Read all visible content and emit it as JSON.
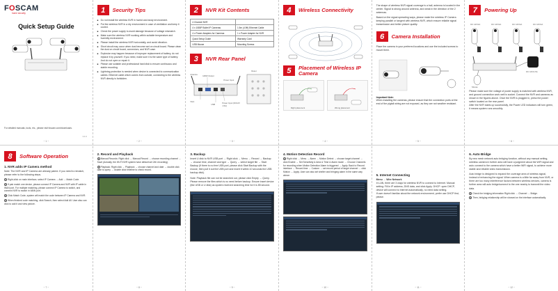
{
  "brand": {
    "logo_a": "F",
    "logo_o": "O",
    "logo_b": "SCAM",
    "tagline": "home security",
    "accent": "#d6121f"
  },
  "cover": {
    "title": "Quick Setup Guide",
    "footer": "For detailed manuals, tools, etc., please visit foscam.com/downloads.",
    "version": "V1.0"
  },
  "pages": {
    "p1": "~ 1 ~",
    "p2": "~ 2 ~",
    "p3": "~ 3 ~",
    "p4": "~ 4 ~",
    "p5": "~ 5 ~",
    "p6": "~ 6 ~",
    "p7": "~ 7 ~",
    "p8": "~ 8 ~",
    "p9": "~ 9 ~",
    "p10": "~ 10 ~",
    "p11": "~ 11 ~",
    "p12": "~ 12 ~"
  },
  "s1": {
    "num": "1",
    "title": "Security Tips",
    "items": [
      "Do not install the wireless NVR in humid and dusty environment.",
      "Put the wireless NVR in a dry environment in case of ventilation and keep it cooled.",
      "Check the power supply to avoid damage because of voltage mismatch.",
      "Make sure the wireless NVR working within suitable temperature and humidity environment.",
      "Please install the wireless NVR horizontally, and avoid vibration.",
      "Short circuit may occur when dust become wet on circuit board. Please clean the dust on circuit board, connectors, and NVR case.",
      "Explosion may happen because of improper replacement of battery, do not replace it by yourself. If you need, make sure it is the same type of battery. And do not open or repair it.",
      "Please use suitable and professional hard disk to ensure continuous and stable recording.",
      "Lightning protection is needed when device is connected to communication cables. Ethernet cable which comes from outside, connecting to the wireless NVR directly is forbidden."
    ]
  },
  "s2": {
    "num": "2",
    "title": "NVR Kit Contents",
    "rows": [
      [
        "4 Channel NVR",
        ""
      ],
      [
        "4 x 1080P Bullet IP Cameras",
        "1.5m (4.9ft) Ethernet Cable"
      ],
      [
        "4 x Power Adapters for Cameras",
        "1 x Power Adapter for NVR"
      ],
      [
        "Quick Setup Guide",
        "Warranty Card"
      ],
      [
        "USB Mouse",
        "Mounting Screws"
      ]
    ]
  },
  "s3": {
    "num": "3",
    "title": "NVR Rear Panel",
    "labels": {
      "antenna": "Antenna",
      "hdmi": "HDMI Output",
      "power": "Power Input",
      "vga": "VGA",
      "usb": "USB",
      "rear": "Power Input (DC12V 1.5A)",
      "reset": "Reset"
    }
  },
  "s4": {
    "num": "4",
    "title": "Wireless Connectivity"
  },
  "s5": {
    "num": "5",
    "title": "Placement of Wireless IP Camera",
    "caption_a": "Right placement",
    "caption_b": "Wrong placement",
    "note_title": "Important Note:",
    "note": "When installing the cameras, please ensure that the connection ports at the end of the pigtail wiring are not exposed, as they are not weather resistant."
  },
  "s6": {
    "num": "6",
    "title": "Camera Installation",
    "intro": "The shape of wireless NVR signal coverage is a ball, antenna is located in the center. Signal is strong around antenna, and weak in the direction of the 2 antennas.",
    "intro2": "Based on the signal spreading ways, please make the wireless IP Camera keeping parallel or tangent with wireless NVR, which ensure reliable signal transmission and better picture quality.",
    "text": "Place the camera in your preferred locations and use the included screws to mount them."
  },
  "s7": {
    "num": "7",
    "title": "Powering Up",
    "adapters": [
      "DC 12V/1A",
      "DC 12V/1A",
      "DC 12V/1A",
      "DC 12V/1A"
    ],
    "nvr_adapter": "DC 12V/1.5A",
    "mouse": "Mouse",
    "text": "Please make sure the voltage of power supply is matched with wireless NVR, and ground connection work well is socket. Connect the NVR and cameras as shown in the figures above. Once the NVR is plugged in, press the power switch located on the rear panel.",
    "text2": "After the NVR starts up successfully, the Power LED indicators will turn green, it means system runs smoothly."
  },
  "s8": {
    "num": "8",
    "title": "Software Operation",
    "sub": "1. NVR adds IP Camera method",
    "note": "Note: The NVR and IP Camera are already paired. If you need to rematch, please refer to the following steps.",
    "steps": [
      "Right-click on main interface, select IP Camera → Add → Match Code.",
      "If pair match one device, please connect IP Camera and NVR with IP cable in WAN port. For multiple matching, please connect IP Camera to switch, and connect NVR to switch in WAN port.",
      "Click Match Code, system will match the code between IP Camera and NVR.",
      "When finished code matching, click Search, then select Add All. User also can click to add it and view picture."
    ]
  },
  "playback": {
    "sub": "2. Record and Playback",
    "steps": [
      "Manual Records: Right click → Manual Record → choose recording channel → Save (Actually, the Wi-Fi NVR system have default set 24h recording).",
      "Playback: Right click → Playback → choose channel and date → double click date to query → double click timeline to check record."
    ]
  },
  "backup": {
    "sub": "3. Backup",
    "text": "Insert U disk to NVR USB port → Right click → Menu → Record → Backup → choose time, channel and type → Query → select target file → Start Backup (If there is no free USB port, please click Start Backup with the mouse, then pull it out the USB port and insert it within 10 seconds the USB backup disk).",
    "note": "Note: Playback file can not be searched out, please click Empty → Query. Please remove the files which is no need before backup. Ensure insert device (like USB or U disk) as system received searching time for it is 85 second."
  },
  "motion": {
    "sub": "4. Motion Detection Record",
    "text": "Right click → Menu → Alarm → Motion Detect → choose target channel → click Enable → Set Sensitivity & Area & Time & Alarm mode → Choose Channels for recording when Motion Detection Alarm is triggered → Apply. Back to Record interface → Record time → Custom → set record period of target channel → click Motion → Apply. User can also set shelter and bringing alarm in the same way above."
  },
  "internet": {
    "sub": "5. Internet Connecting",
    "path": "Menu → Wire Network",
    "text": "In LAN, there are 3 ways for wireless NVR to connect to Internet. Manual setting: Fill in IP address, DNS data, and click Apply. DHCP: open DHCP, device will connect to Internet automatically, no need data setting.",
    "text2": "If user doesn't familiar about the network environment, prefer use DHCP first, please."
  },
  "autobridge": {
    "sub": "6. Auto Bridge",
    "text": "By new mesh network auto bridging function, without any manual setting, wireless camera in further area will have a judgment about the WiFi signal and auto connect to the camera which have a better WiFi signal, to achieve more stable and reliable video transmission.",
    "text2": "Auto bridge is designed to expand the coverage area of wireless signal, instead of enhancing the signal. When camera is a little far away from NVR, or there are too many interference factors between wireless devices, camera is further area will auto bridge/connect to the one nearby to transmit the video data.",
    "steps": [
      "Check the bridging information Right click → Channel → Bridge.",
      "Then, bridging relationship will be showed on the interface automatically."
    ]
  }
}
